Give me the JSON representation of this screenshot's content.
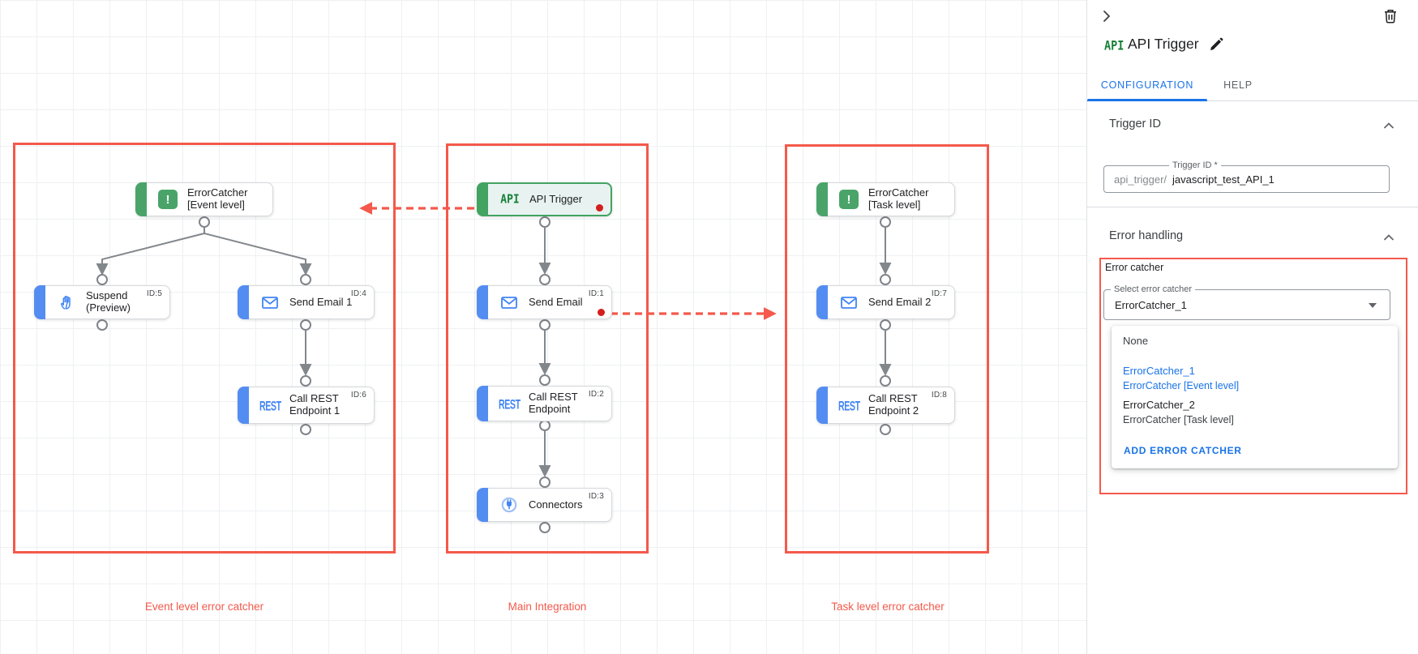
{
  "colors": {
    "accent_blue": "#1a73e8",
    "node_blue": "#548df2",
    "node_green": "#4aa46a",
    "highlight_red": "#f4594b",
    "alert_dot_red": "#d41f1f"
  },
  "canvas": {
    "api_icon": "API",
    "rest_icon": "REST",
    "errorcatcher_icon": "!",
    "groups": [
      {
        "label": "Event level error catcher"
      },
      {
        "label": "Main Integration"
      },
      {
        "label": "Task level error catcher"
      }
    ],
    "nodes": [
      {
        "label": "ErrorCatcher [Event level]"
      },
      {
        "label": "Suspend (Preview)",
        "id": "ID:5"
      },
      {
        "label": "Send Email 1",
        "id": "ID:4"
      },
      {
        "label": "Call REST Endpoint 1",
        "id": "ID:6"
      },
      {
        "label": "API Trigger"
      },
      {
        "label": "Send Email",
        "id": "ID:1"
      },
      {
        "label": "Call REST Endpoint",
        "id": "ID:2"
      },
      {
        "label": "Connectors",
        "id": "ID:3"
      },
      {
        "label": "ErrorCatcher [Task level]"
      },
      {
        "label": "Send Email 2",
        "id": "ID:7"
      },
      {
        "label": "Call REST Endpoint 2",
        "id": "ID:8"
      }
    ]
  },
  "panel": {
    "badge": "API",
    "title": "API Trigger",
    "tabs": [
      {
        "label": "CONFIGURATION"
      },
      {
        "label": "HELP"
      }
    ],
    "trigger_id": {
      "heading": "Trigger ID",
      "field_label": "Trigger ID *",
      "prefix": "api_trigger/",
      "value": "javascript_test_API_1"
    },
    "error_handling": {
      "heading": "Error handling",
      "group_label": "Error catcher",
      "select_label": "Select error catcher",
      "select_value": "ErrorCatcher_1",
      "menu": {
        "none_label": "None",
        "options": [
          {
            "name": "ErrorCatcher_1",
            "desc": "ErrorCatcher [Event level]"
          },
          {
            "name": "ErrorCatcher_2",
            "desc": "ErrorCatcher [Task level]"
          }
        ],
        "add_label": "ADD ERROR CATCHER"
      }
    }
  }
}
